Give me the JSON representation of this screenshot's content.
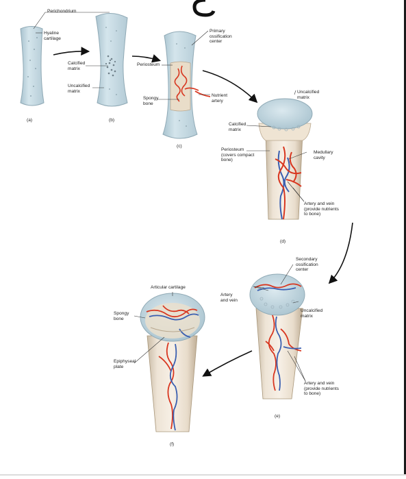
{
  "labels": {
    "perichondrium": "Perichondrium",
    "hyaline_cartilage": "Hyaline\ncartilage",
    "calcified_matrix_b": "Calcified\nmatrix",
    "uncalcified_matrix_b": "Uncalcified\nmatrix",
    "primary_ossification_center": "Primary\nossification\ncenter",
    "periosteum_c": "Periosteum",
    "spongy_bone_c": "Spongy\nbone",
    "nutrient_artery": "Nutrient\nartery",
    "uncalcified_matrix_d": "Uncalcified\nmatrix",
    "calcified_matrix_d": "Calcified\nmatrix",
    "periosteum_d": "Periosteum\n(covers compact\nbone)",
    "medullary_cavity": "Medullary\ncavity",
    "artery_vein_d": "Artery and vein\n(provide nutrients\nto bone)",
    "secondary_ossification_center": "Secondary\nossification\ncenter",
    "artery_and_vein_e": "Artery\nand vein",
    "uncalcified_matrix_e": "Uncalcified\nmatrix",
    "artery_vein_e": "Artery and vein\n(provide nutrients\nto bone)",
    "articular_cartilage": "Articular cartilage",
    "spongy_bone_f": "Spongy\nbone",
    "epiphyseal_plate": "Epiphyseal\nplate"
  },
  "captions": {
    "a": "(a)",
    "b": "(b)",
    "c": "(c)",
    "d": "(d)",
    "e": "(e)",
    "f": "(f)"
  },
  "colors": {
    "cartilage": "#c9dde6",
    "bone": "#e8dccb",
    "artery": "#d8361f",
    "vein": "#3a5fb0",
    "label_line": "#333333"
  }
}
